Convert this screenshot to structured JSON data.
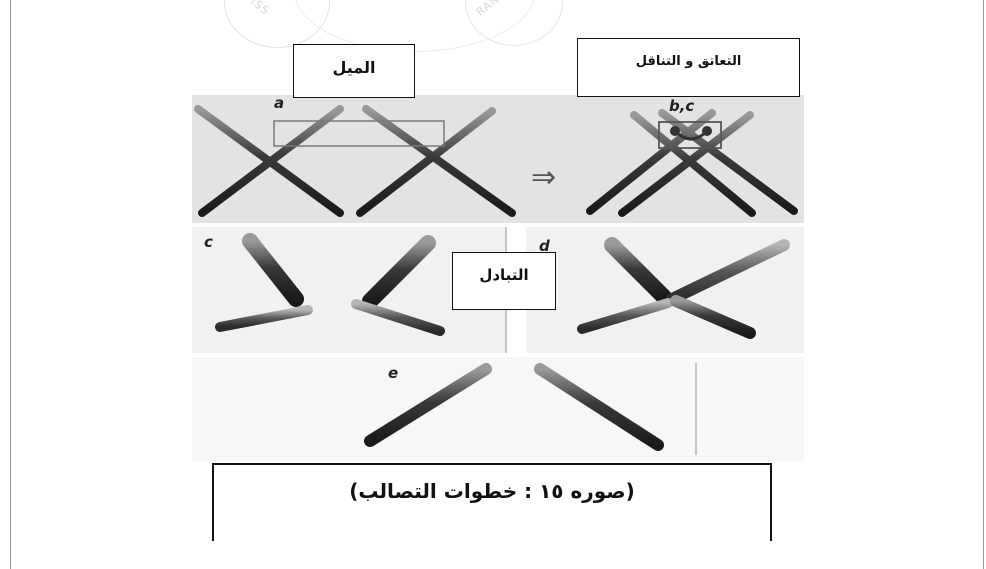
{
  "labels": {
    "tilt": "الميل",
    "synapsis": "التعاتق و التناقل",
    "exchange": "التبادل"
  },
  "panels": {
    "a": "a",
    "bc": "b,c",
    "c": "c",
    "d": "d",
    "e": "e",
    "arrow": "⇒"
  },
  "caption": "(صوره ١٥ : خطوات التصالب)",
  "colors": {
    "panel_bg_top": "#e3e3e3",
    "panel_bg_mid": "#f1f1f1",
    "panel_bg_bottom": "#f7f7f7",
    "chromatid_dark": "#2a2a2a",
    "chromatid_mid": "#707070"
  }
}
